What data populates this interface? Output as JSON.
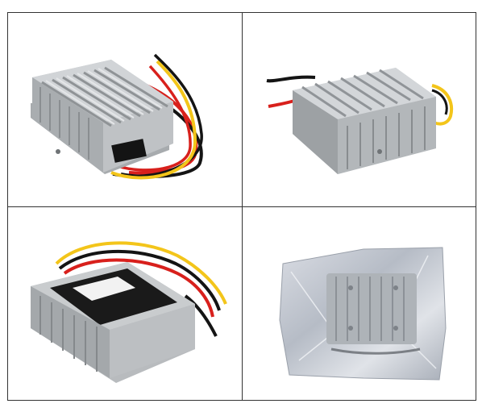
{
  "images": [
    {
      "name": "converter-angled-front-view",
      "colors": {
        "body": "#bfc2c5",
        "fin_shadow": "#8f9396"
      }
    },
    {
      "name": "converter-angled-side-view",
      "colors": {
        "body": "#c4c7ca",
        "fin_shadow": "#909498"
      }
    },
    {
      "name": "converter-label-side-view",
      "colors": {
        "body": "#b8bbbe",
        "label": "#1a1a1a"
      }
    },
    {
      "name": "converter-in-antistatic-bag",
      "colors": {
        "bag": "#c9ccd3",
        "body": "#aeb3b8"
      }
    }
  ],
  "wire_colors": {
    "red": "#d8201c",
    "yellow": "#f3c51a",
    "black": "#141414"
  }
}
